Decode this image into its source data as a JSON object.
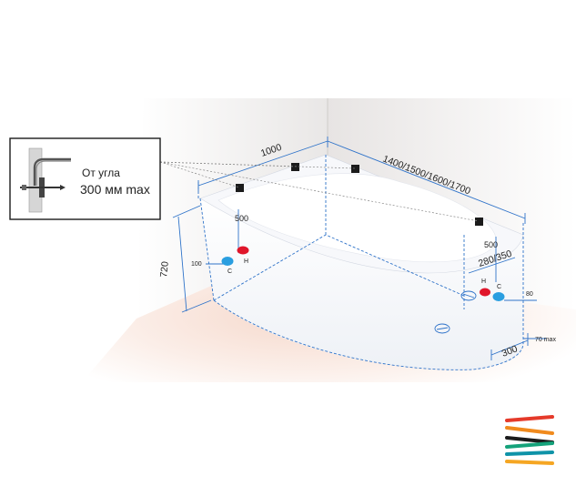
{
  "callout": {
    "line1": "От угла",
    "line2": "300 мм max"
  },
  "dimensions": {
    "width_short": "1000",
    "width_long": "1400/1500/1600/1700",
    "height": "720",
    "pipe_height_left": "500",
    "pipe_height_right": "500",
    "pipe_offset_left": "100",
    "pipe_offset_right": "80",
    "side_depth": "280/350",
    "side_bottom": "300",
    "side_gap": "70 max"
  },
  "pipes": {
    "cold": "C",
    "hot": "H"
  },
  "colors": {
    "dimension_line": "#2f73c9",
    "cold_pipe": "#2a9ee0",
    "hot_pipe": "#e0162b",
    "logo": [
      "#e53a2a",
      "#f08a1d",
      "#1b1b1b",
      "#15a27a",
      "#0f93a8",
      "#f5a623"
    ]
  },
  "icons": [
    "wall-bracket-icon",
    "mount-point-icon",
    "drain-icon",
    "brand-logo"
  ]
}
